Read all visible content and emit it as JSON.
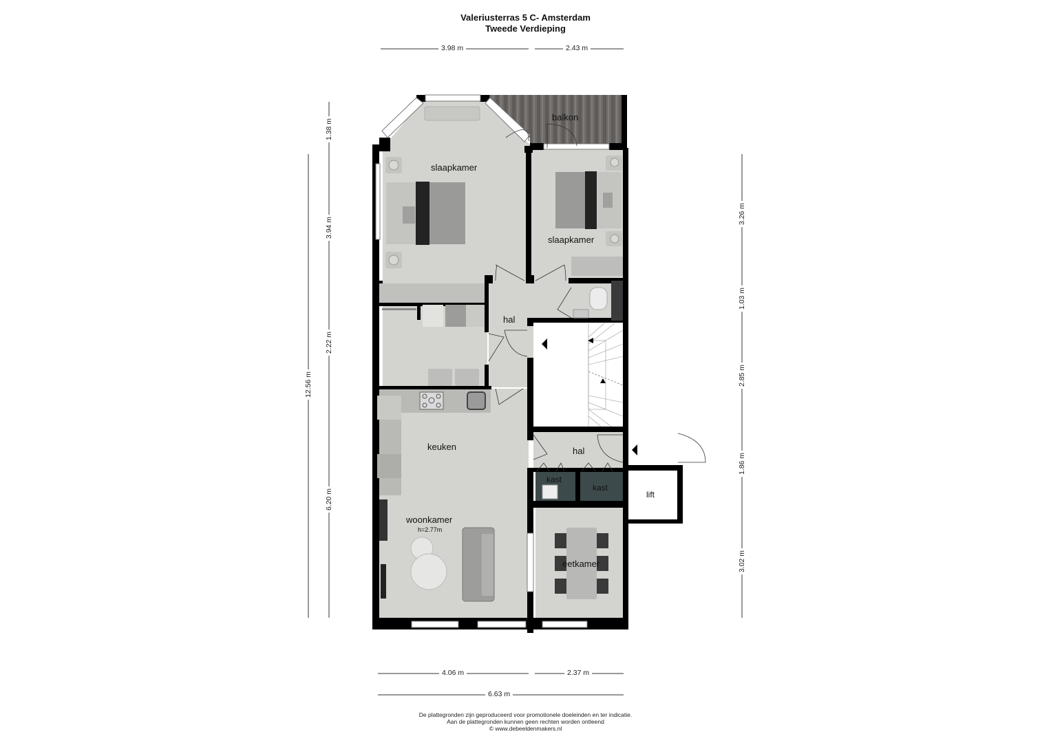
{
  "header": {
    "title_line1": "Valeriusterras 5 C- Amsterdam",
    "title_line2": "Tweede Verdieping"
  },
  "dimensions": {
    "top": [
      {
        "label": "3.98 m"
      },
      {
        "label": "2.43 m"
      }
    ],
    "bottom": [
      {
        "label": "4.06 m"
      },
      {
        "label": "2.37 m"
      },
      {
        "label": "6.63 m"
      }
    ],
    "left_outer": [
      {
        "label": "12.56 m"
      }
    ],
    "left_inner": [
      {
        "label": "1.38 m"
      },
      {
        "label": "3.94 m"
      },
      {
        "label": "2.22 m"
      },
      {
        "label": "6.20 m"
      }
    ],
    "right": [
      {
        "label": "3.26 m"
      },
      {
        "label": "1.03 m"
      },
      {
        "label": "2.85 m"
      },
      {
        "label": "1.86 m"
      },
      {
        "label": "3.02 m"
      }
    ]
  },
  "rooms": {
    "balkon": "balkon",
    "slaapkamer_1": "slaapkamer",
    "slaapkamer_2": "slaapkamer",
    "hal_1": "hal",
    "hal_2": "hal",
    "keuken": "keuken",
    "woonkamer": "woonkamer",
    "woonkamer_height": "h=2.77m",
    "kast_1": "kast",
    "kast_2": "kast",
    "lift": "lift",
    "eetkamer": "eetkamer"
  },
  "footer": {
    "line1": "De plattegronden zijn geproduceerd voor promotionele doeleinden en ter indicatie.",
    "line2": "Aan de plattegronden kunnen geen rechten worden ontleend",
    "line3": "© www.debeeldenmakers.nl"
  },
  "colors": {
    "floor": "#d3d4cf",
    "wall": "#000000",
    "balcony": "#6b6866",
    "kast": "#3d4a4b",
    "stair": "#ffffff"
  }
}
